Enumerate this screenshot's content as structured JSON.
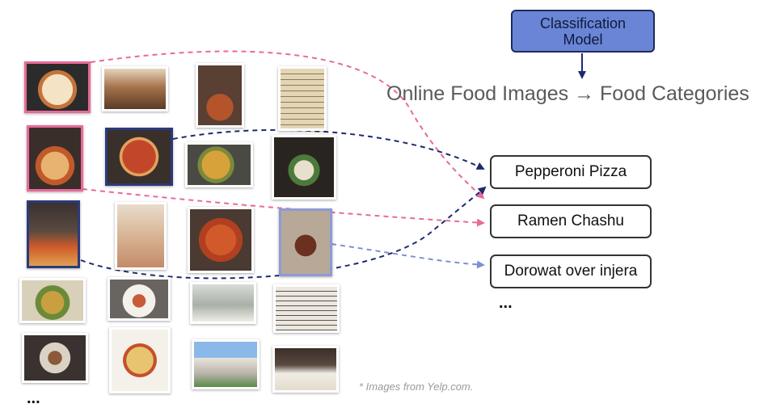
{
  "model": {
    "label": "Classification\nModel"
  },
  "headline": {
    "text": "Online Food Images → Food Categories"
  },
  "categories": [
    {
      "label": "Pepperoni Pizza",
      "color": "#1f2a6e"
    },
    {
      "label": "Ramen Chashu",
      "color": "#e86a9a"
    },
    {
      "label": "Dorowat over injera",
      "color": "#7f90d2"
    }
  ],
  "ellipsis": {
    "categories": "...",
    "images": "..."
  },
  "credit": {
    "text": "* Images from Yelp.com."
  },
  "colors": {
    "pink": "#e86a9a",
    "navy": "#1f2a6e",
    "light_blue": "#7f90d2",
    "model_fill": "#6a85d6"
  },
  "images": [
    {
      "name": "ramen-photo",
      "highlight": "pink"
    },
    {
      "name": "restaurant-interior-photo",
      "highlight": "none"
    },
    {
      "name": "soup-pot-photo",
      "highlight": "none"
    },
    {
      "name": "menu-board-photo",
      "highlight": "none"
    },
    {
      "name": "ramen-chashu-photo",
      "highlight": "pink"
    },
    {
      "name": "pepperoni-pizza-photo",
      "highlight": "navy"
    },
    {
      "name": "curry-dish-photo",
      "highlight": "none"
    },
    {
      "name": "plated-dish-photo",
      "highlight": "none"
    },
    {
      "name": "pizza-chef-photo",
      "highlight": "navy"
    },
    {
      "name": "child-eating-photo",
      "highlight": "none"
    },
    {
      "name": "crab-platter-photo",
      "highlight": "none"
    },
    {
      "name": "dorowat-photo",
      "highlight": "light_blue"
    },
    {
      "name": "salad-plate-photo",
      "highlight": "none"
    },
    {
      "name": "dessert-plate-photo",
      "highlight": "none"
    },
    {
      "name": "bowl-table-photo",
      "highlight": "none"
    },
    {
      "name": "printed-menu-photo",
      "highlight": "none"
    },
    {
      "name": "fine-dining-plate-photo",
      "highlight": "none"
    },
    {
      "name": "pasta-photo",
      "highlight": "none"
    },
    {
      "name": "storefront-photo",
      "highlight": "none"
    },
    {
      "name": "dumplings-photo",
      "highlight": "none"
    }
  ]
}
